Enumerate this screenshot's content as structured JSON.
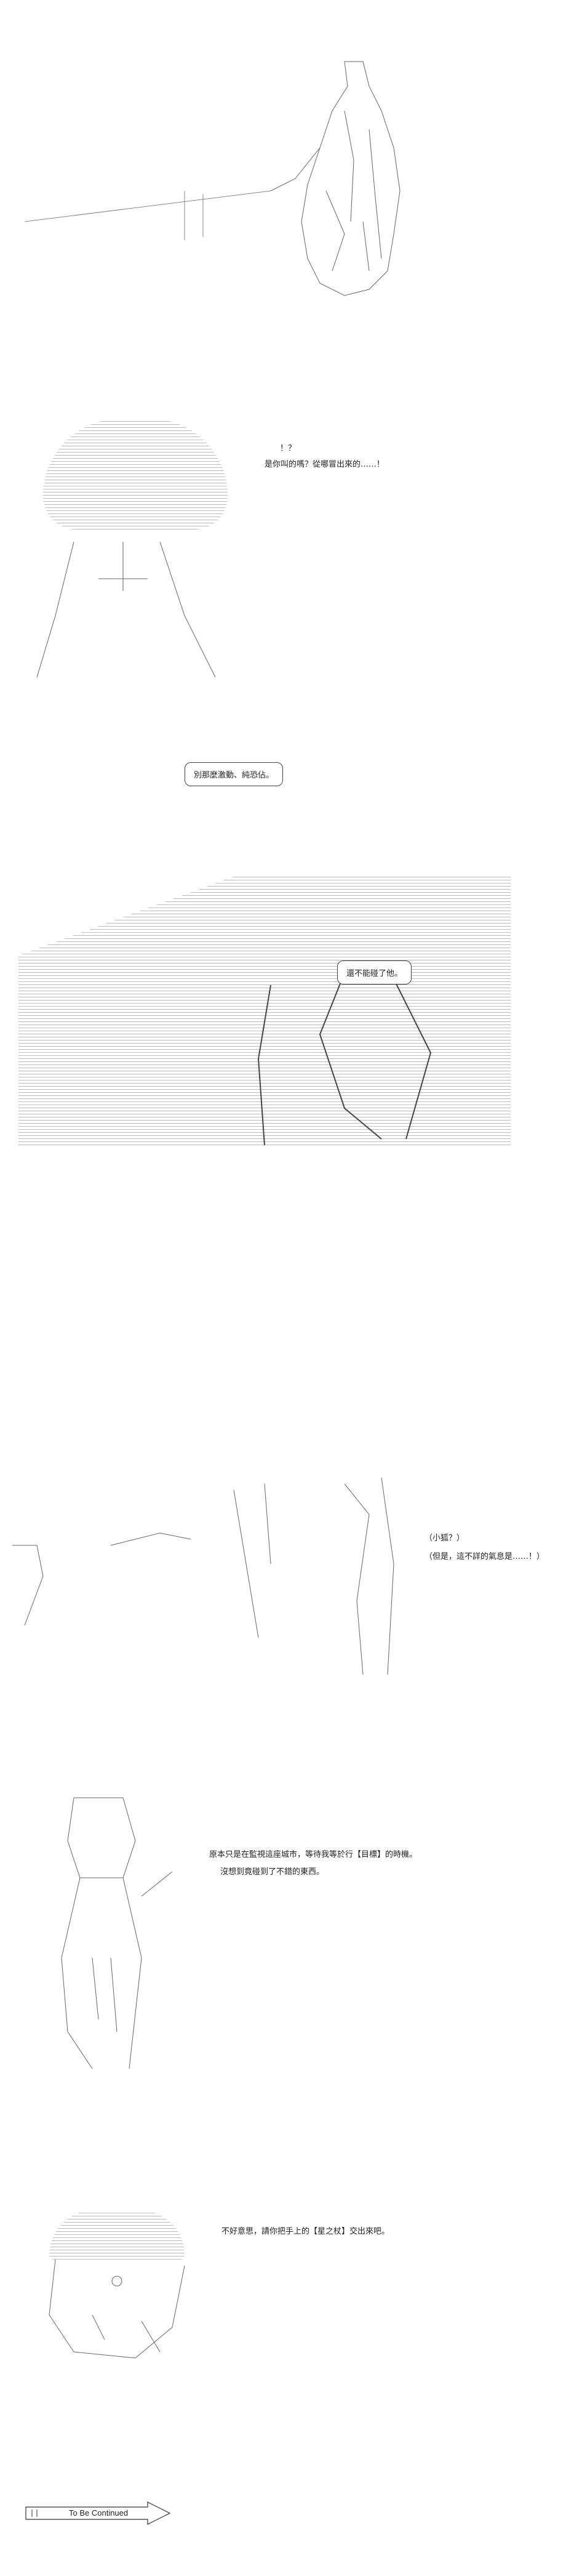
{
  "panels": {
    "p1": {
      "aa_figure": "",
      "aa_weapon": ""
    },
    "p2": {
      "exclaim": "！？",
      "line": "是你叫的嗎？從哪冒出來的……！"
    },
    "p3": {
      "bubble": "別那麼激動、純恐佔。"
    },
    "p4": {
      "bubble": "還不能碰了他。"
    },
    "p5": {
      "line1": "（小狐？）",
      "line2": "（但是，這不詳的氣息是……！）"
    },
    "p6": {
      "line1": "原本只是在監視這座城市，等待我等於行【目標】的時機。",
      "line2": "沒想到竟碰到了不錯的東西。"
    },
    "p7": {
      "line": "不好意思，請你把手上的【星之杖】交出來吧。"
    }
  },
  "footer": {
    "to_be_continued": "To Be Continued"
  }
}
